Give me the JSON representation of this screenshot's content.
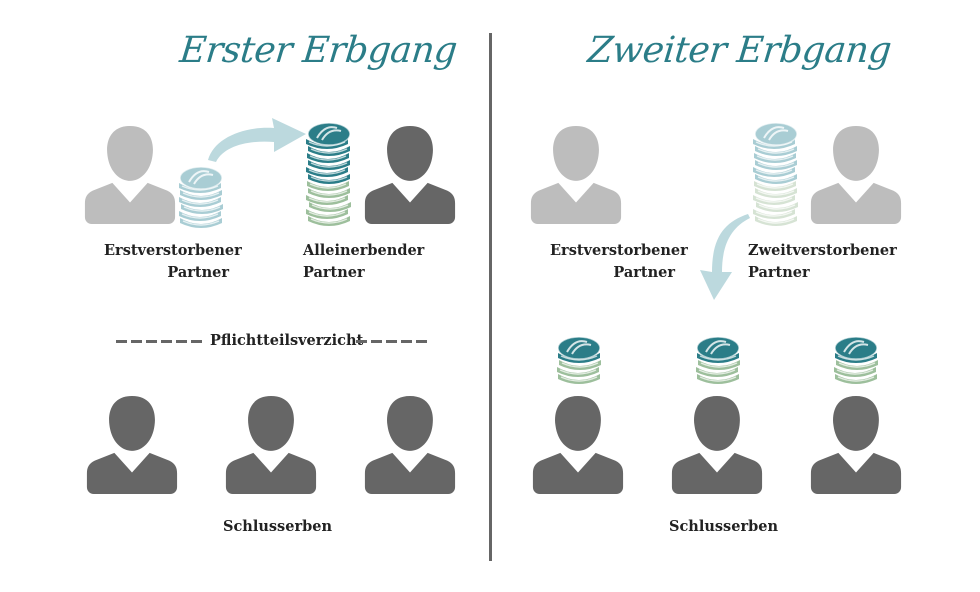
{
  "left_panel": {
    "title": "Erster Erbgang",
    "first_partner_label_line1": "Erstverstorbener",
    "first_partner_label_line2": "Partner",
    "sole_heir_label_line1": "Alleinerbender",
    "sole_heir_label_line2": "Partner",
    "waiver_label": "Pflichtteilsverzicht",
    "final_heirs_label": "Schlusserben"
  },
  "right_panel": {
    "title": "Zweiter Erbgang",
    "first_partner_label_line1": "Erstverstorbener",
    "first_partner_label_line2": "Partner",
    "second_partner_label_line1": "Zweitverstorbener",
    "second_partner_label_line2": "Partner",
    "final_heirs_label": "Schlusserben"
  },
  "colors": {
    "title": "#2b7d88",
    "person_deceased": "#bdbdbd",
    "person_alive": "#666666",
    "coin_light_blue": "#a9cdd4",
    "coin_teal": "#2b7d88",
    "coin_green": "#9dbf9c",
    "coin_pale_green": "#d6e3d4",
    "arrow": "#bcd9de",
    "divider": "#666666"
  }
}
